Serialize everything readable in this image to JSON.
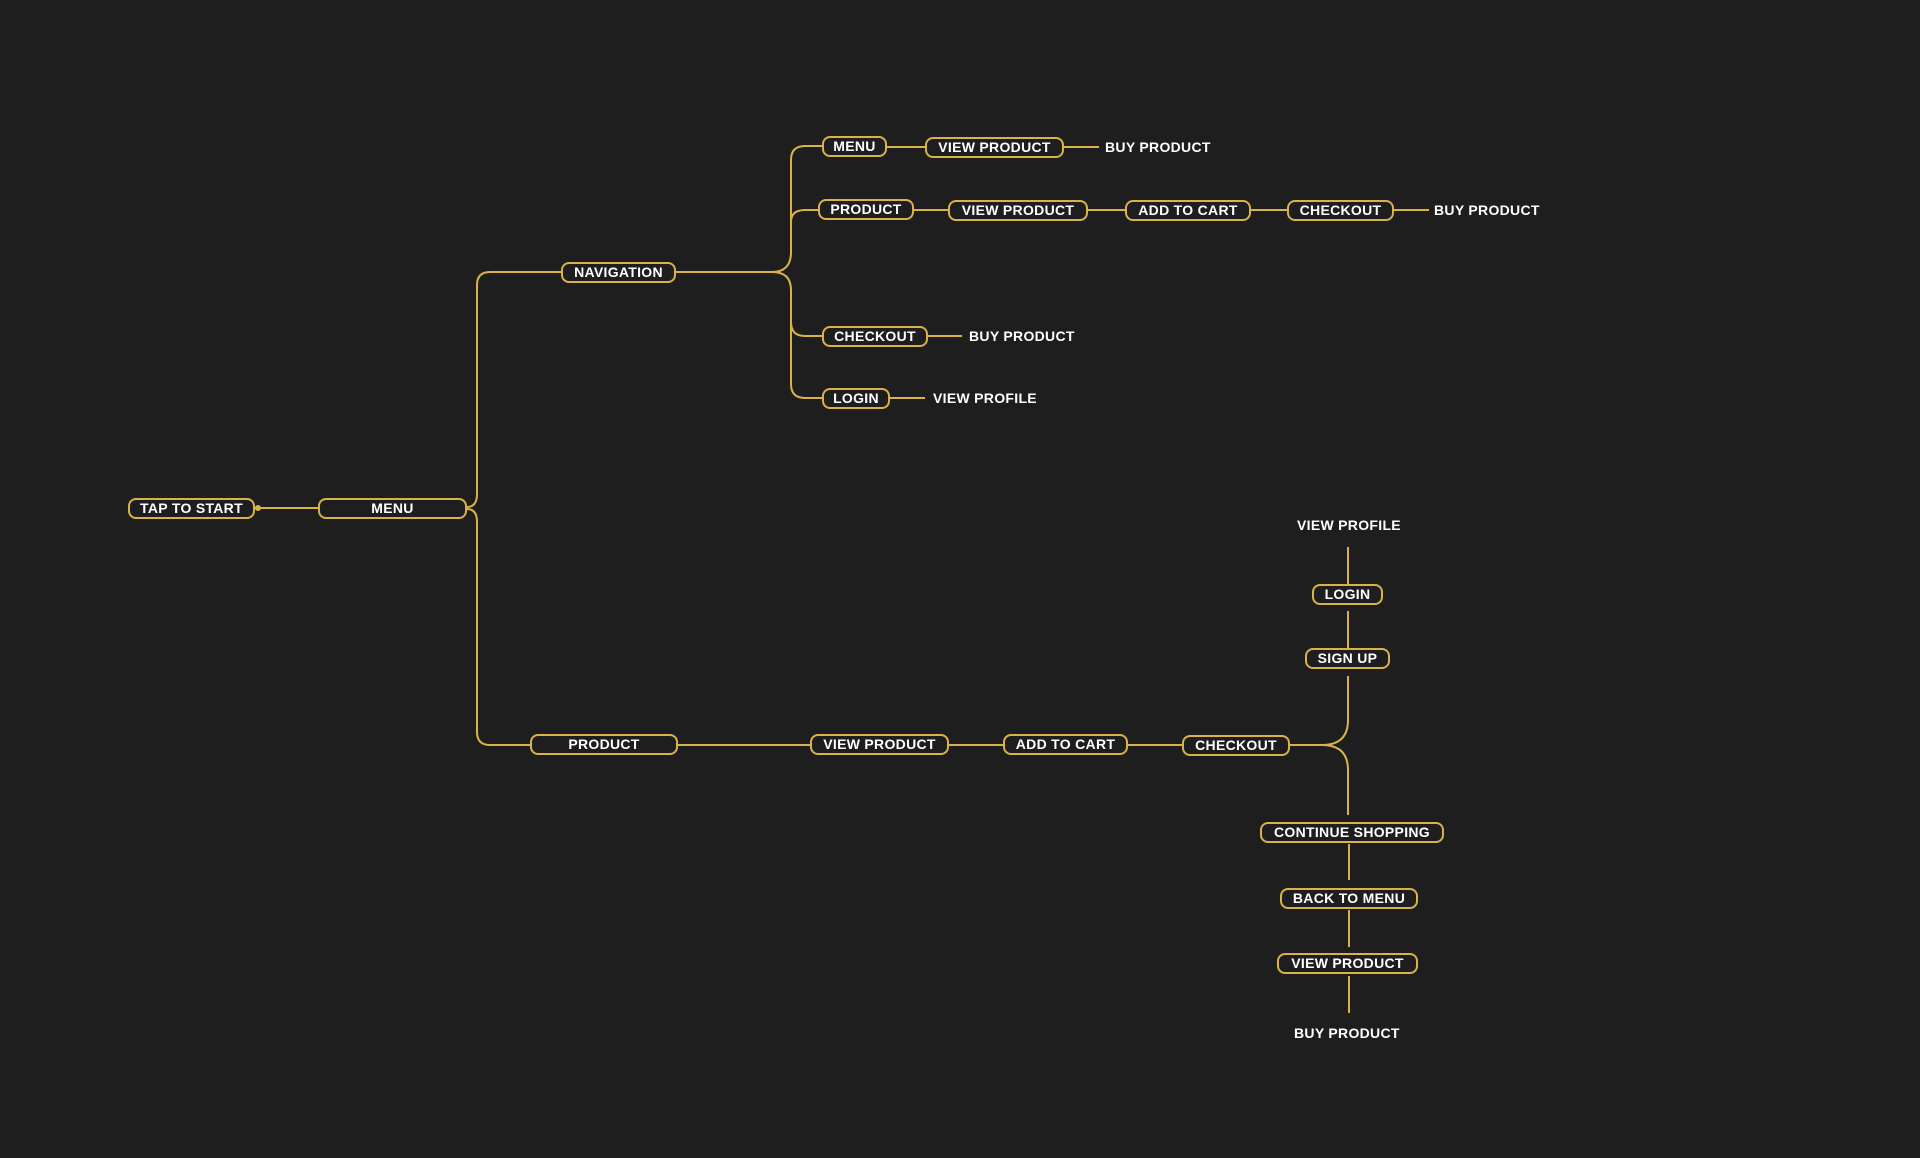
{
  "colors": {
    "background": "#1e1e1e",
    "accent": "#d9b24a",
    "text": "#ffffff"
  },
  "nodes": {
    "tap_to_start": "TAP TO START",
    "menu": "MENU",
    "navigation": "NAVIGATION",
    "nav_menu": "MENU",
    "nav_menu_view_product": "VIEW PRODUCT",
    "nav_menu_buy_product": "BUY PRODUCT",
    "nav_product": "PRODUCT",
    "nav_product_view_product": "VIEW PRODUCT",
    "nav_product_add_to_cart": "ADD TO CART",
    "nav_product_checkout": "CHECKOUT",
    "nav_product_buy_product": "BUY PRODUCT",
    "nav_checkout": "CHECKOUT",
    "nav_checkout_buy_product": "BUY PRODUCT",
    "nav_login": "LOGIN",
    "nav_login_view_profile": "VIEW PROFILE",
    "product": "PRODUCT",
    "product_view_product": "VIEW PRODUCT",
    "product_add_to_cart": "ADD TO CART",
    "product_checkout": "CHECKOUT",
    "checkout_sign_up": "SIGN UP",
    "checkout_login": "LOGIN",
    "checkout_view_profile": "VIEW PROFILE",
    "checkout_continue_shopping": "CONTINUE SHOPPING",
    "checkout_back_to_menu": "BACK TO MENU",
    "checkout_view_product": "VIEW PRODUCT",
    "checkout_buy_product": "BUY PRODUCT"
  }
}
